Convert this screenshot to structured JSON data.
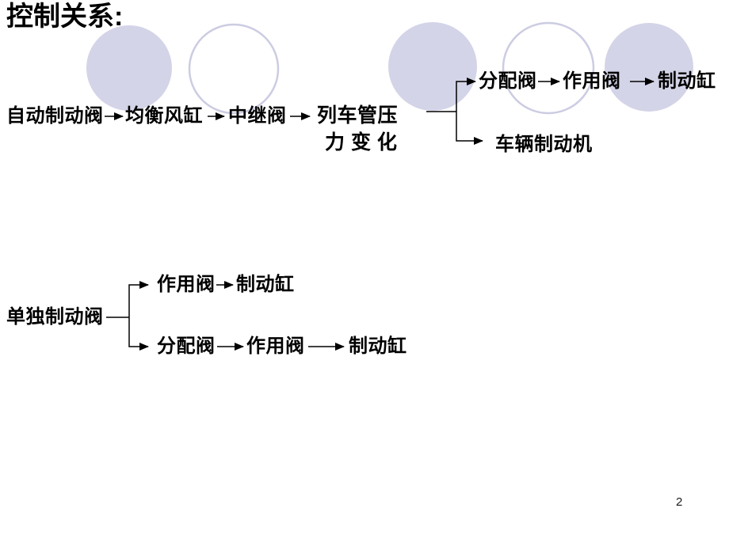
{
  "slide": {
    "title": "控制关系:",
    "page_number": "2"
  },
  "colors": {
    "circle_fill": "#D4D4E8",
    "circle_ring": "#CCCCE2",
    "line": "#000000",
    "text": "#000000",
    "background": "#FFFFFF"
  },
  "flow_auto": {
    "source": "自动制动阀",
    "node1": "均衡风缸",
    "node2": "中继阀",
    "node3_line1": "列车管压",
    "node3_line2": "力 变 化",
    "branch_top": {
      "node1": "分配阀",
      "node2": "作用阀",
      "node3": "制动缸"
    },
    "branch_bottom": {
      "node1": "车辆制动机"
    }
  },
  "flow_independent": {
    "source": "单独制动阀",
    "branch_top": {
      "node1": "作用阀",
      "node2": "制动缸"
    },
    "branch_bottom": {
      "node1": "分配阀",
      "node2": "作用阀",
      "node3": "制动缸"
    }
  }
}
